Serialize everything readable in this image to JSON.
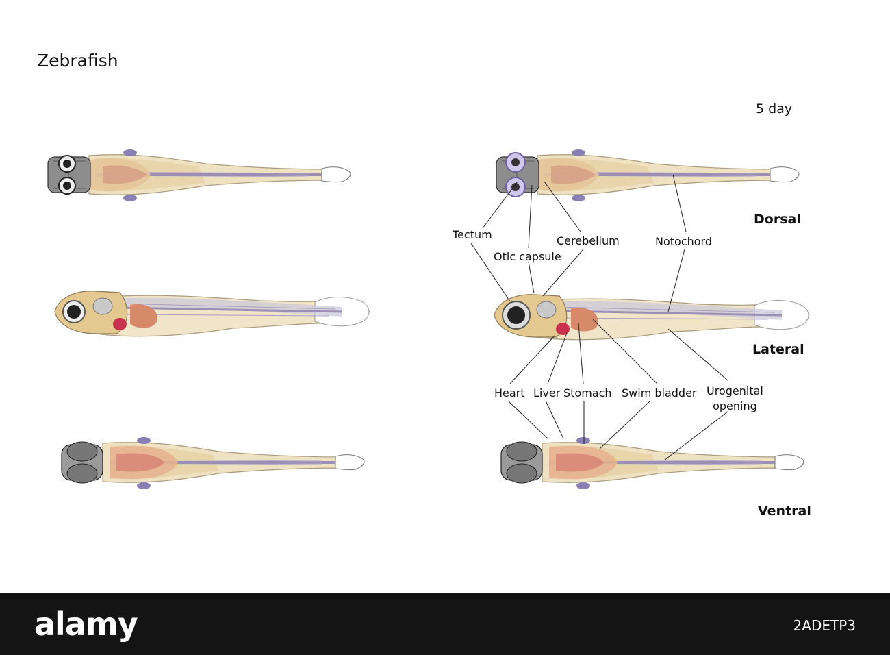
{
  "title": "Zebrafish",
  "stage": "5 day",
  "views": {
    "dorsal": "Dorsal",
    "lateral": "Lateral",
    "ventral": "Ventral"
  },
  "labels": {
    "tectum": "Tectum",
    "otic_capsule": "Otic capsule",
    "cerebellum": "Cerebellum",
    "notochord": "Notochord",
    "heart": "Heart",
    "liver": "Liver",
    "stomach": "Stomach",
    "swim_bladder": "Swim bladder",
    "urogenital_line1": "Urogenital",
    "urogenital_line2": "opening"
  },
  "watermark": {
    "logo": "alamy",
    "image_id": "2ADETP3"
  },
  "colors": {
    "body": "#e8d9b8",
    "body_outline": "#9a8b70",
    "head": "#d9c27f",
    "gut": "#e0907a",
    "heart": "#c8324e",
    "notochord": "#9c8fb5",
    "eye_dark": "#222222",
    "eye_purple": "#a89ed0",
    "fin": "#ffffff",
    "footer": "#141414"
  }
}
